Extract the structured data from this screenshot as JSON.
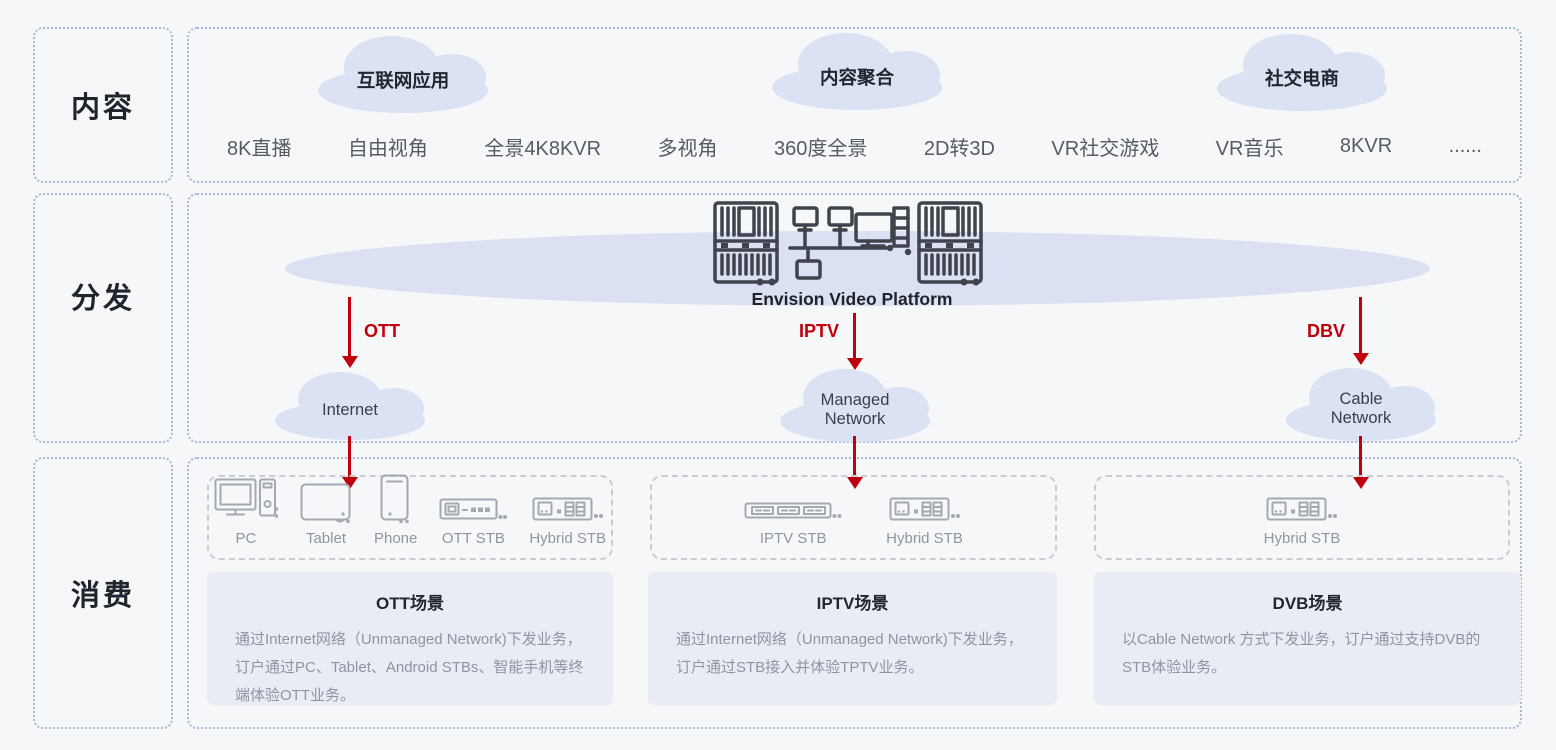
{
  "colors": {
    "page_bg": "#f6f7f9",
    "dotted_border": "#aab8d6",
    "dashed_border": "#c9ccd2",
    "cloud_fill": "#dbe2f3",
    "ellipse_fill": "#dbe1f2",
    "card_fill": "#e9ecf5",
    "accent_red": "#c1000e",
    "dark_text": "#22262e",
    "gray_text": "#565b64",
    "muted_text": "#8f95a0"
  },
  "rows": {
    "content": {
      "label": "内容",
      "clouds": [
        {
          "label": "互联网应用"
        },
        {
          "label": "内容聚合"
        },
        {
          "label": "社交电商"
        }
      ],
      "items": [
        "8K直播",
        "自由视角",
        "全景4K8KVR",
        "多视角",
        "360度全景",
        "2D转3D",
        "VR社交游戏",
        "VR音乐",
        "8KVR",
        "......"
      ]
    },
    "distribution": {
      "label": "分发",
      "platform_title": "Envision Video Platform",
      "channels": [
        {
          "protocol": "OTT",
          "network": "Internet"
        },
        {
          "protocol": "IPTV",
          "network": "Managed Network"
        },
        {
          "protocol": "DBV",
          "network": "Cable Network"
        }
      ]
    },
    "consumption": {
      "label": "消费",
      "device_groups": [
        {
          "devices": [
            {
              "name": "PC",
              "icon": "pc-icon"
            },
            {
              "name": "Tablet",
              "icon": "tablet-icon"
            },
            {
              "name": "Phone",
              "icon": "phone-icon"
            },
            {
              "name": "OTT STB",
              "icon": "ott-stb-icon"
            },
            {
              "name": "Hybrid STB",
              "icon": "hybrid-stb-icon"
            }
          ]
        },
        {
          "devices": [
            {
              "name": "IPTV STB",
              "icon": "iptv-stb-icon"
            },
            {
              "name": "Hybrid STB",
              "icon": "hybrid-stb-icon"
            }
          ]
        },
        {
          "devices": [
            {
              "name": "Hybrid STB",
              "icon": "hybrid-stb-icon"
            }
          ]
        }
      ],
      "cards": [
        {
          "title": "OTT场景",
          "body": "通过Internet网络（Unmanaged Network)下发业务，订户通过PC、Tablet、Android STBs、智能手机等终端体验OTT业务。"
        },
        {
          "title": "IPTV场景",
          "body": "通过Internet网络（Unmanaged Network)下发业务，订户通过STB接入并体验TPTV业务。"
        },
        {
          "title": "DVB场景",
          "body": "以Cable Network 方式下发业务，订户通过支持DVB的STB体验业务。"
        }
      ]
    }
  }
}
